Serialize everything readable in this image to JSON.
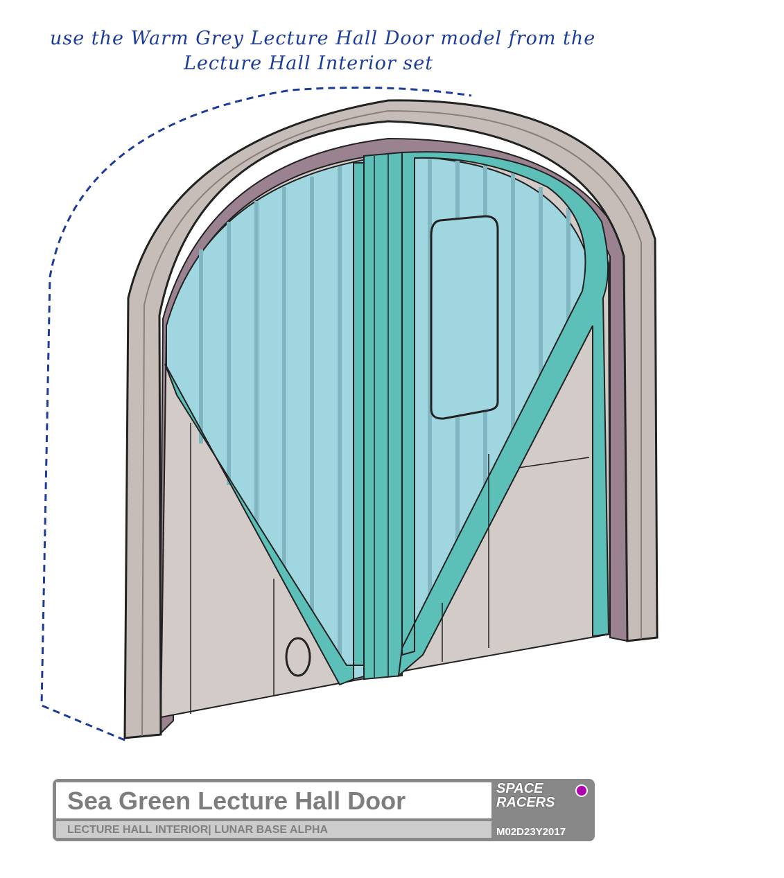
{
  "note": {
    "line1": "use the Warm Grey Lecture Hall Door model from the",
    "line2": "Lecture Hall Interior set"
  },
  "label": {
    "title": "Sea Green Lecture Hall Door",
    "subtitle": "LECTURE HALL INTERIOR| LUNAR BASE ALPHA",
    "logo_line1": "SPACE",
    "logo_line2": "RACERS",
    "date": "M02D23Y2017"
  },
  "colors": {
    "frame": "#c6bdb8",
    "frame_shadow": "#9b8290",
    "glass": "#9fd6e0",
    "teal": "#5cc0b8",
    "panel": "#d2cbc8",
    "note": "#1c3c9c",
    "dot": "#b000b0"
  }
}
